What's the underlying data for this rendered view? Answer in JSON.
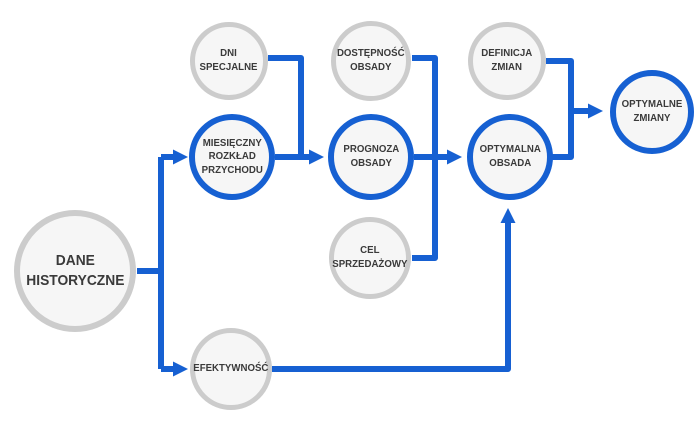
{
  "diagram": {
    "kind": "flowchart",
    "background": "#ffffff"
  },
  "colors": {
    "accent_blue": "#1660d2",
    "node_gray_border": "#cccccc",
    "node_fill": "#f6f6f6",
    "text": "#3a3a3a"
  },
  "nodes": [
    {
      "id": "dane-historyczne",
      "label": "DANE\nHISTORYCZNE",
      "style": "gray-large"
    },
    {
      "id": "dni-specjalne",
      "label": "DNI\nSPECJALNE",
      "style": "gray"
    },
    {
      "id": "miesieczny-rozklad-przychodu",
      "label": "MIESIĘCZNY\nROZKŁAD\nPRZYCHODU",
      "style": "blue"
    },
    {
      "id": "dostepnosc-obsady",
      "label": "DOSTĘPNOŚĆ\nOBSADY",
      "style": "gray"
    },
    {
      "id": "prognoza-obsady",
      "label": "PROGNOZA\nOBSADY",
      "style": "blue"
    },
    {
      "id": "cel-sprzedazowy",
      "label": "CEL\nSPRZEDAŻOWY",
      "style": "gray"
    },
    {
      "id": "definicja-zmian",
      "label": "DEFINICJA\nZMIAN",
      "style": "gray"
    },
    {
      "id": "optymalna-obsada",
      "label": "OPTYMALNA\nOBSADA",
      "style": "blue"
    },
    {
      "id": "optymalne-zmiany",
      "label": "OPTYMALNE\nZMIANY",
      "style": "blue"
    },
    {
      "id": "efektywnosc",
      "label": "EFEKTYWNOŚĆ",
      "style": "gray"
    }
  ],
  "edges": [
    {
      "from": "dane-historyczne",
      "to": "miesieczny-rozklad-przychodu"
    },
    {
      "from": "dane-historyczne",
      "to": "efektywnosc"
    },
    {
      "from": "dni-specjalne",
      "to": "prognoza-obsady"
    },
    {
      "from": "miesieczny-rozklad-przychodu",
      "to": "prognoza-obsady"
    },
    {
      "from": "dostepnosc-obsady",
      "to": "optymalna-obsada"
    },
    {
      "from": "cel-sprzedazowy",
      "to": "optymalna-obsada"
    },
    {
      "from": "prognoza-obsady",
      "to": "optymalna-obsada"
    },
    {
      "from": "efektywnosc",
      "to": "optymalna-obsada"
    },
    {
      "from": "definicja-zmian",
      "to": "optymalne-zmiany"
    },
    {
      "from": "optymalna-obsada",
      "to": "optymalne-zmiany"
    }
  ]
}
